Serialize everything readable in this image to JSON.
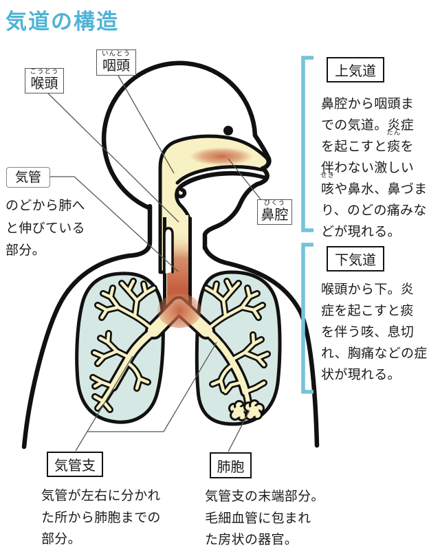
{
  "title": "気道の構造",
  "figure_labels": {
    "pharynx": {
      "text": "咽頭",
      "ruby": "いんとう"
    },
    "larynx": {
      "text": "喉頭",
      "ruby": "こうとう"
    },
    "trachea": {
      "text": "気管"
    },
    "nasal_cavity": {
      "text": "鼻腔",
      "ruby": "びくう"
    },
    "bronchus": {
      "text": "気管支"
    },
    "alveolus": {
      "text": "肺胞"
    }
  },
  "descriptions": {
    "trachea": "のどから肺へ\nと伸びている\n部分。",
    "bronchus": "気管が左右に分かれ\nた所から肺胞までの\n部分。",
    "alveolus": "気管支の末端部分。\n毛細血管に包まれ\nた房状の器官。"
  },
  "sections": {
    "upper_airway": {
      "heading": "上気道",
      "body_segments": [
        {
          "t": "鼻腔から咽頭ま\nでの気道。炎症\nを起こすと"
        },
        {
          "t": "痰",
          "r": "たん"
        },
        {
          "t": "を\n伴わない激しい\n"
        },
        {
          "t": "咳",
          "r": "せき"
        },
        {
          "t": "や鼻水、鼻づま\nり、のどの痛みな\nどが現れる。"
        }
      ]
    },
    "lower_airway": {
      "heading": "下気道",
      "body": "喉頭から下。炎\n症を起こすと痰\nを伴う咳、息切\nれ、胸痛などの症\n状が現れる。"
    }
  },
  "colors": {
    "title_blue": "#4FB3D5",
    "bracket_blue": "#74C3D9",
    "airway_cream": "#F8F1C3",
    "inflamed_red": "#C3573B",
    "lung_teal": "#D6E8E4",
    "outline_black": "#111111"
  }
}
